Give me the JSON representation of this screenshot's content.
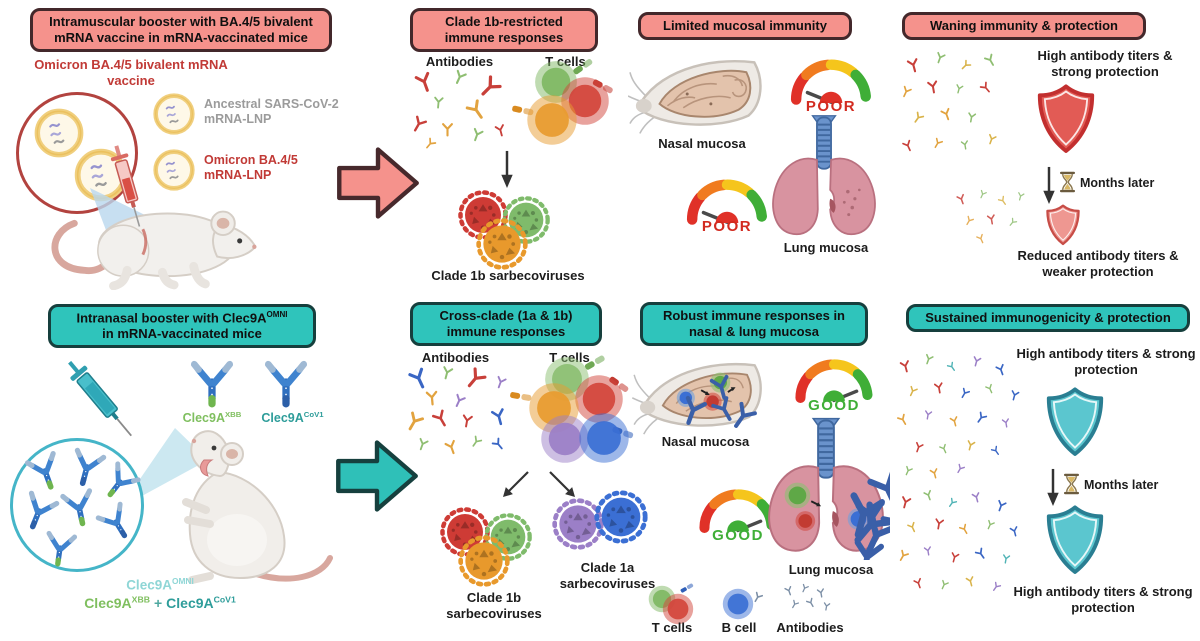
{
  "figure": {
    "type": "vaccine graphical abstract",
    "background": "#ffffff"
  },
  "colors": {
    "row1_accent": "#f5928c",
    "row1_border": "#43282b",
    "row2_accent": "#2fc4bb",
    "row2_border": "#163f3d",
    "poor_red": "#d22b20",
    "good_green": "#3fae37",
    "omicron_red": "#c13a36",
    "ancestral_gray": "#9b9b9b",
    "clec9a_omni": "#8fd6d6",
    "clec9a_xbb": "#7fbf5f",
    "clec9a_cov1": "#2e9d9a"
  },
  "icons": {
    "block-arrow": "right-pointing block arrow",
    "antibody": "Y-shaped immunoglobulin",
    "virus": "spiked sarbecovirus particle",
    "t-cell": "round immune cell",
    "gauge": "semicircular quality meter",
    "shield": "protection shield",
    "hourglass": "time passing",
    "syringe": "injection syringe",
    "mouse": "laboratory mouse",
    "lnp": "lipid nanoparticle with mRNA",
    "nose": "nasal cavity cross-section",
    "lungs": "lungs with trachea"
  },
  "row1": {
    "booster": {
      "title": "Intramuscular booster with BA.4/5 bivalent mRNA vaccine in mRNA-vaccinated mice",
      "vaccine_label": "Omicron BA.4/5 bivalent mRNA vaccine",
      "lnp_ancestral": "Ancestral SARS-CoV-2 mRNA-LNP",
      "lnp_omicron": "Omicron BA.4/5 mRNA-LNP"
    },
    "immune": {
      "title": "Clade 1b-restricted immune responses",
      "antibodies": "Antibodies",
      "tcells": "T cells",
      "clade1b": "Clade 1b sarbecoviruses"
    },
    "mucosa": {
      "title": "Limited mucosal immunity",
      "nasal": "Nasal mucosa",
      "lung": "Lung mucosa",
      "nasal_rating": "POOR",
      "lung_rating": "POOR"
    },
    "duration": {
      "title": "Waning immunity & protection",
      "early": "High antibody titers & strong protection",
      "timer": "Months later",
      "late": "Reduced antibody titers & weaker protection"
    }
  },
  "row2": {
    "booster": {
      "title_base": "Intranasal booster with Clec9A",
      "title_sup": "OMNI",
      "title_line2": "in mRNA-vaccinated mice",
      "ab1_base": "Clec9A",
      "ab1_sup": "XBB",
      "ab2_base": "Clec9A",
      "ab2_sup": "CoV1",
      "mix_base": "Clec9A",
      "mix_sup": "OMNI",
      "mix2_a_base": "Clec9A",
      "mix2_a_sup": "XBB",
      "mix2_plus": "+",
      "mix2_b_base": "Clec9A",
      "mix2_b_sup": "CoV1"
    },
    "immune": {
      "title": "Cross-clade (1a & 1b) immune responses",
      "antibodies": "Antibodies",
      "tcells": "T cells",
      "clade1b": "Clade 1b sarbecoviruses",
      "clade1a": "Clade 1a sarbecoviruses"
    },
    "mucosa": {
      "title": "Robust immune responses in nasal & lung mucosa",
      "nasal": "Nasal mucosa",
      "lung": "Lung mucosa",
      "nasal_rating": "GOOD",
      "lung_rating": "GOOD",
      "legend_tcells": "T cells",
      "legend_bcell": "B cell",
      "legend_antibodies": "Antibodies"
    },
    "duration": {
      "title": "Sustained immunogenicity & protection",
      "early": "High antibody titers & strong protection",
      "timer": "Months later",
      "late": "High antibody titers & strong protection"
    }
  }
}
